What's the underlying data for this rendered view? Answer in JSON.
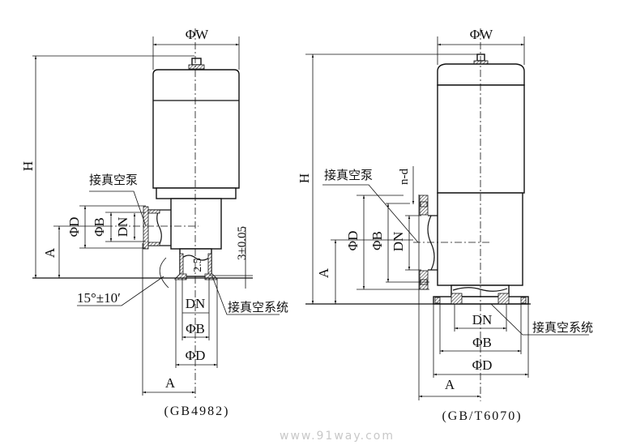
{
  "left_drawing": {
    "standard": "(GB4982)",
    "width_label": "ΦW",
    "height_label": "H",
    "offset_label": "A",
    "bottom_offset_label": "A",
    "side_port": {
      "d_label": "ΦD",
      "b_label": "ΦB",
      "dn_label": "DN",
      "callout": "接真空泵"
    },
    "bottom_port": {
      "dn_label": "DN",
      "b_label": "ΦB",
      "d_label": "ΦD",
      "callout": "接真空系统"
    },
    "angle_label": "15°±10′",
    "tolerance_label": "3±0.05",
    "thickness_label": "2.5"
  },
  "right_drawing": {
    "standard": "(GB/T6070)",
    "width_label": "ΦW",
    "height_label": "H",
    "offset_label": "A",
    "bottom_offset_label": "A",
    "bolt_label": "n-d",
    "side_port": {
      "d_label": "ΦD",
      "b_label": "ΦB",
      "dn_label": "DN",
      "callout": "接真空泵"
    },
    "bottom_port": {
      "dn_label": "DN",
      "b_label": "ΦB",
      "d_label": "ΦD",
      "callout": "接真空系统"
    }
  },
  "watermark": "www.91way.com"
}
